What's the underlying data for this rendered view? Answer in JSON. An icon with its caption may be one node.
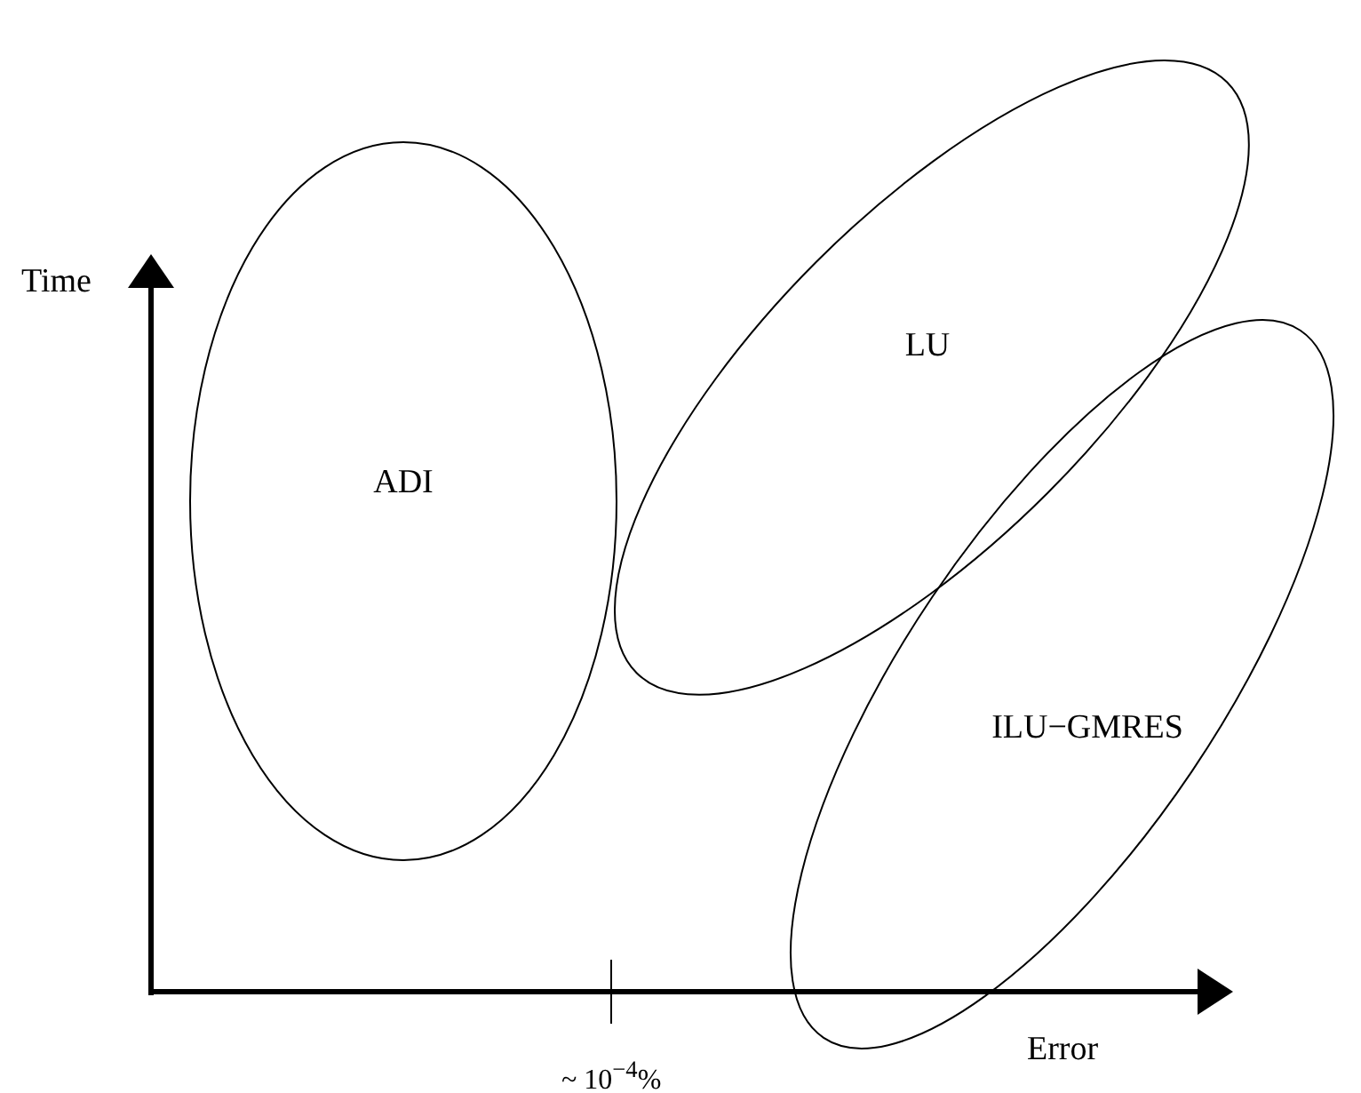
{
  "diagram": {
    "nodes": [
      {
        "text": [
          "ADI"
        ]
      },
      {
        "text": [
          "LU"
        ]
      },
      {
        "text": [
          "ILU−GMRES"
        ]
      }
    ],
    "edges": [],
    "labels": [
      "Time",
      "Error",
      "~ 10$^{−4}$%"
    ]
  }
}
